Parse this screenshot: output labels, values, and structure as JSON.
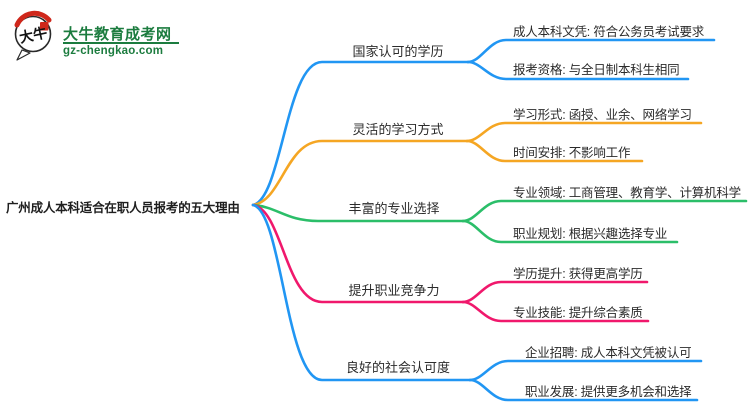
{
  "page": {
    "background": "#ffffff",
    "text_color": "#2b2b2b"
  },
  "logo": {
    "icon_text": "大牛",
    "site_name": "大牛教育成考网",
    "site_url": "gz-chengkao.com",
    "brand_green": "#1c7c3f",
    "accent_red": "#cf271b"
  },
  "mindmap": {
    "root": "广州成人本科适合在职人员报考的五大理由",
    "branches": [
      {
        "label": "国家认可的学历",
        "color": "#2196F3",
        "children": [
          "成人本科文凭: 符合公务员考试要求",
          "报考资格: 与全日制本科生相同"
        ]
      },
      {
        "label": "灵活的学习方式",
        "color": "#F5A623",
        "children": [
          "学习形式: 函授、业余、网络学习",
          "时间安排: 不影响工作"
        ]
      },
      {
        "label": "丰富的专业选择",
        "color": "#2BBE69",
        "children": [
          "专业领域: 工商管理、教育学、计算机科学",
          "职业规划: 根据兴趣选择专业"
        ]
      },
      {
        "label": "提升职业竞争力",
        "color": "#F0186C",
        "children": [
          "学历提升: 获得更高学历",
          "专业技能: 提升综合素质"
        ]
      },
      {
        "label": "良好的社会认可度",
        "color": "#2196F3",
        "children": [
          "企业招聘: 成人本科文凭被认可",
          "职业发展: 提供更多机会和选择"
        ]
      }
    ]
  }
}
